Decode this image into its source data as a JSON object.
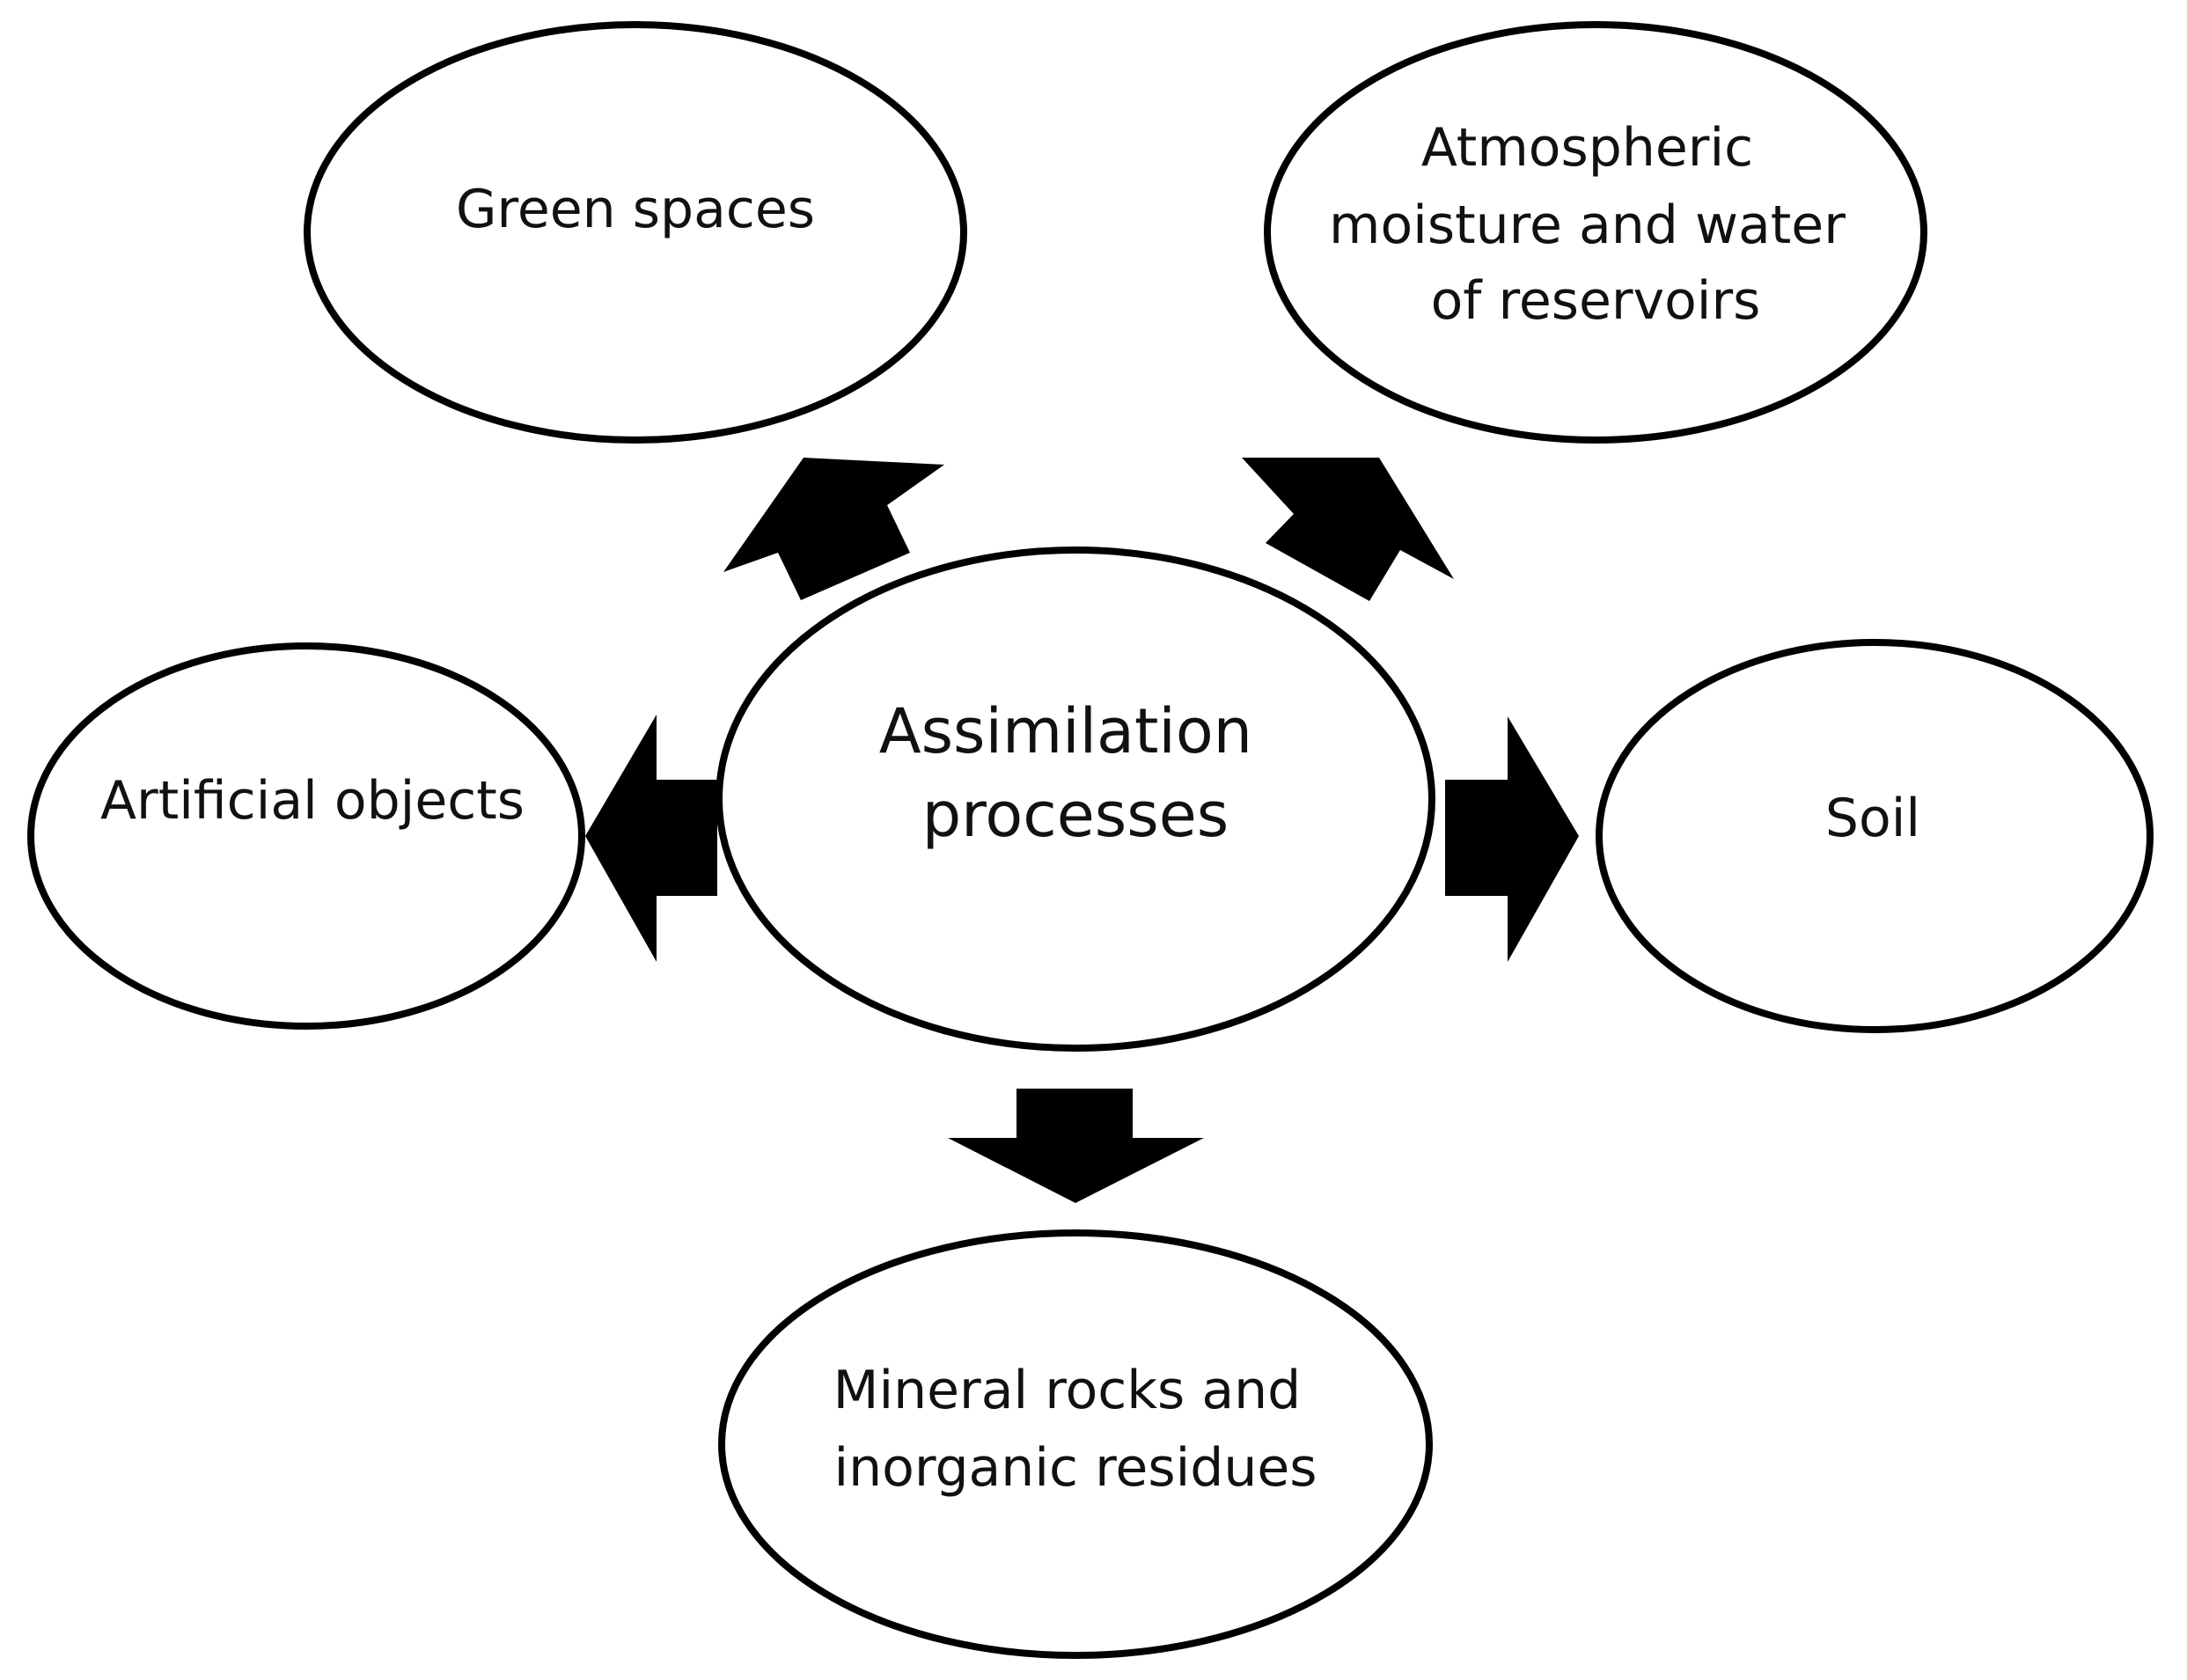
{
  "diagram": {
    "center": {
      "lines": [
        "Assimilation",
        "processes"
      ]
    },
    "nodes": {
      "green_spaces": {
        "lines": [
          "Green spaces"
        ]
      },
      "atmospheric": {
        "lines": [
          "Atmospheric",
          "moisture and water",
          "of reservoirs"
        ]
      },
      "artificial": {
        "lines": [
          "Artificial objects"
        ]
      },
      "soil": {
        "lines": [
          "Soil"
        ]
      },
      "mineral": {
        "lines": [
          "Mineral rocks and",
          "inorganic residues"
        ]
      }
    },
    "colors": {
      "stroke": "#000000",
      "fill": "#ffffff",
      "arrow": "#000000",
      "text": "#111111"
    }
  }
}
